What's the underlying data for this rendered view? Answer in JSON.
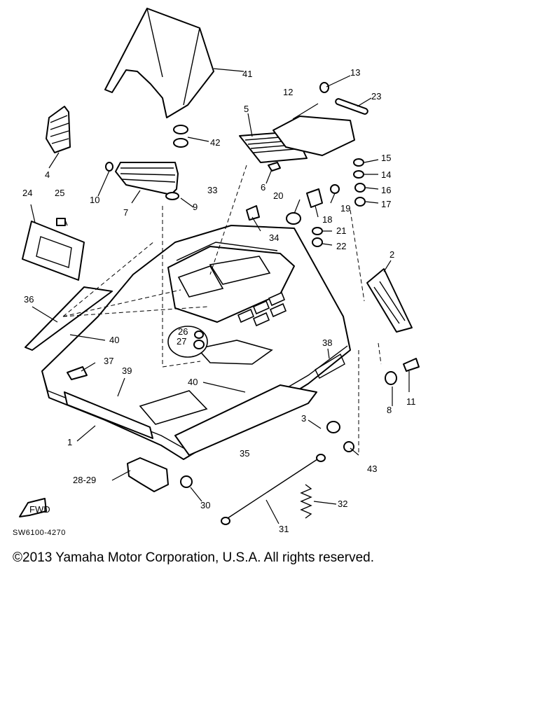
{
  "diagram": {
    "reference_code": "SW6100-4270",
    "copyright": "©2013 Yamaha Motor Corporation, U.S.A. All rights reserved.",
    "fwd_marker": "FWD",
    "callouts": {
      "p1": "1",
      "p2": "2",
      "p3": "3",
      "p4": "4",
      "p5": "5",
      "p6": "6",
      "p7": "7",
      "p8": "8",
      "p9": "9",
      "p10": "10",
      "p11": "11",
      "p12": "12",
      "p13": "13",
      "p14": "14",
      "p15": "15",
      "p16": "16",
      "p17": "17",
      "p18": "18",
      "p19": "19",
      "p20": "20",
      "p21": "21",
      "p22": "22",
      "p23": "23",
      "p24": "24",
      "p25": "25",
      "p26": "26",
      "p27": "27",
      "p28_29": "28-29",
      "p30": "30",
      "p31": "31",
      "p32": "32",
      "p33": "33",
      "p34": "34",
      "p35": "35",
      "p36": "36",
      "p37": "37",
      "p38": "38",
      "p39": "39",
      "p40a": "40",
      "p40b": "40",
      "p41": "41",
      "p42": "42",
      "p43": "43"
    }
  }
}
